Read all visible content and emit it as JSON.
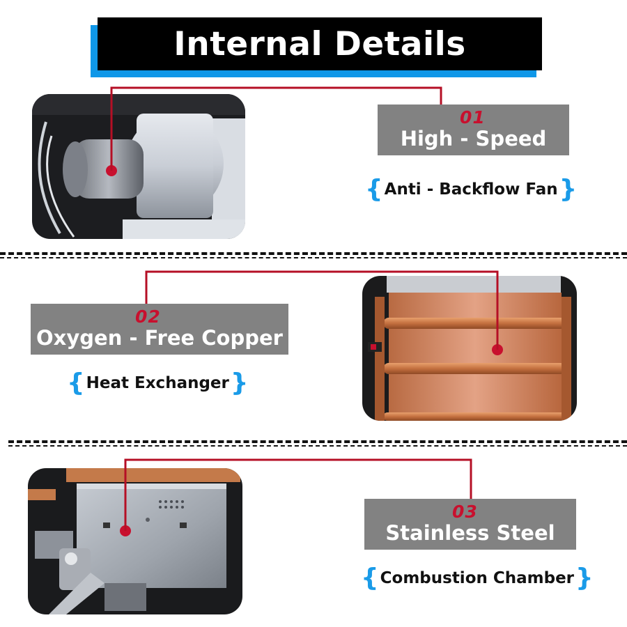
{
  "title": "Internal Details",
  "colors": {
    "accent_blue": "#1a9be8",
    "leader_red": "#c8102e",
    "label_gray": "#828282",
    "title_black": "#000000"
  },
  "features": [
    {
      "number": "01",
      "label": "High - Speed",
      "subtitle": "Anti - Backflow Fan",
      "open_brace": "{",
      "close_brace": "}"
    },
    {
      "number": "02",
      "label": "Oxygen - Free Copper",
      "subtitle": "Heat Exchanger",
      "open_brace": "{",
      "close_brace": "}"
    },
    {
      "number": "03",
      "label": "Stainless Steel",
      "subtitle": "Combustion Chamber",
      "open_brace": "{",
      "close_brace": "}"
    }
  ]
}
